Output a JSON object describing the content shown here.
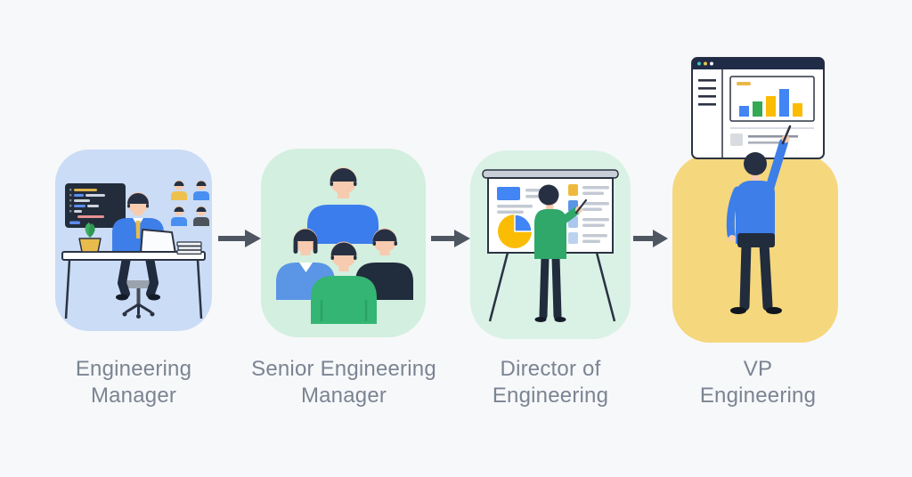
{
  "page": {
    "background_color": "#f7f8fa",
    "kind": "career-progression-flow-diagram"
  },
  "flow": {
    "direction": "left-to-right",
    "arrow_color": "#4e5662",
    "label_color": "#7b8492",
    "steps": [
      {
        "id": "engineering-manager",
        "label_line1": "Engineering",
        "label_line2": "Manager",
        "card_color": "#cbdcf6",
        "illustration": "manager-at-desk-with-laptop-code-screen-plant-books-and-four-team-avatars"
      },
      {
        "id": "senior-engineering-manager",
        "label_line1": "Senior Engineering",
        "label_line2": "Manager",
        "card_color": "#d3efdf",
        "illustration": "group-of-four-team-members"
      },
      {
        "id": "director-of-engineering",
        "label_line1": "Director of",
        "label_line2": "Engineering",
        "card_color": "#daf2e6",
        "illustration": "presenter-pointing-at-easel-board-with-pie-chart-and-list-items"
      },
      {
        "id": "vp-engineering",
        "label_line1": "VP",
        "label_line2": "Engineering",
        "card_color": "#f5d77d",
        "illustration": "executive-pointing-at-dashboard-window-with-bar-chart"
      }
    ],
    "palette": {
      "blue": "#4285f4",
      "green": "#34a853",
      "yellow": "#fbbc04",
      "shirt_blue": "#3d7ee8",
      "shirt_light_blue": "#5b95e6",
      "shirt_green": "#35b573",
      "sweater_green": "#2fa86a",
      "navy": "#212c3d",
      "dark_shirt": "#212c3c",
      "skin": "#f6cbb0",
      "hair": "#273042",
      "outline": "#2b3342",
      "screen_dark": "#232c3b",
      "window_bar": "#1f2b47",
      "dot_teal": "#3ec6b4",
      "dot_yellow": "#e8c44f",
      "pot_yellow": "#e9bb4d",
      "leaf_green": "#3fae62",
      "gray_line": "#c3cad3"
    }
  }
}
